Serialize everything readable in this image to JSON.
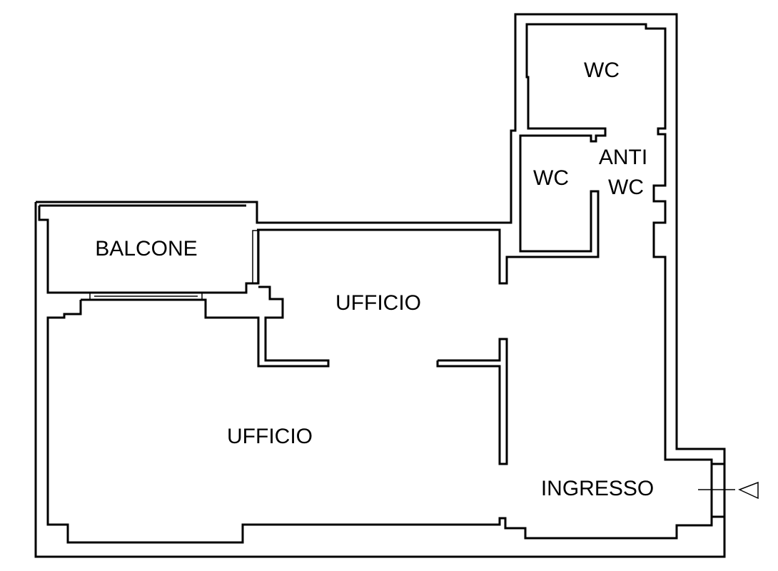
{
  "plan": {
    "rooms": {
      "wc_upper": "WC",
      "wc_lower": "WC",
      "anti_wc_line1": "ANTI",
      "anti_wc_line2": "WC",
      "balcone": "BALCONE",
      "ufficio_upper": "UFFICIO",
      "ufficio_lower": "UFFICIO",
      "ingresso": "INGRESSO"
    },
    "entrance_marker": "entrance-arrow-icon",
    "colors": {
      "lines": "#000000",
      "background": "#ffffff"
    }
  }
}
